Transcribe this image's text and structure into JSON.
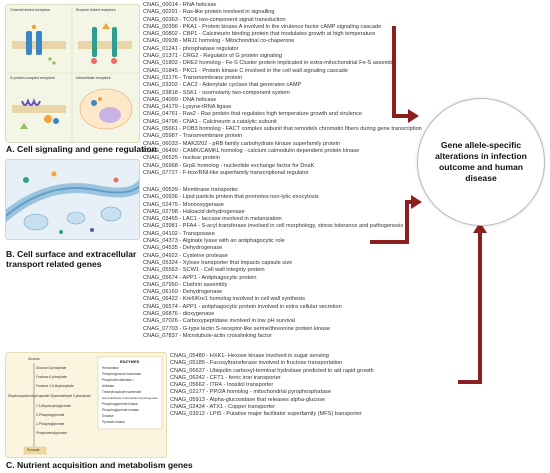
{
  "outcome": {
    "label": "Gene allele-specific alterations in infection outcome and human disease"
  },
  "section_a": {
    "title": "A. Cell signaling and gene regulation",
    "panel_captions": [
      "Channel-linked receptors",
      "Enzyme-linked receptors",
      "G-protein-coupled receptors",
      "Intracellular receptors"
    ],
    "genes": [
      "CNAG_00014 - RNA helicase",
      "CNAG_00291 - Ras-like protein involved in signalling",
      "CNAG_00363 - TCO6 two-component signal transduction",
      "CNAG_00396 - PKA1 - Protein kinase A involved in the virulence factor cAMP signaling cascade",
      "CNAG_00802 - CBP1 - Calcineurin binding protein that modulates growth at high temperature",
      "CNAG_00938 - MRJ1 homolog - Mitochondrial co-chaperone",
      "CNAG_01241 - phosphatase regulator",
      "CNAG_01371 - CRG2 - Regulator of G protein signaling",
      "CNAG_01802 - DRE2 homolog - Fe-S Cluster protein implicated in extra-mitochondrial Fe-S assembly",
      "CNAG_01845 - PKC1 - Protein kinase C involved in the cell wall signaling cascade",
      "CNAG_02176 - Transmembrane protein",
      "CNAG_03202 - CAC2 - Adenylate cyclase that generates cAMP",
      "CNAG_03818 - SSK1 - osomolarity two-component system",
      "CNAG_04099 - DNA helicase",
      "CNAG_04179 - Lysyne-tRNA ligase",
      "CNAG_04761 - Ras2 - Ras protein that regulates high temperature growth and virulence",
      "CNAG_04796 - CNA1 - Calcineurin a catalytic subunit",
      "CNAG_05661 - POB3 homolog - FACT complex subunit that remodels chromatin fibers during gene transcription",
      "CNAG_05987 - Transmembrane protein",
      "CNAG_06033 - MAK3202 - pRB family carbohydrate kinase superfamily protein",
      "CNAG_06490 - CAMK/CAMKL homolog - calcium calmodulin dependent protein kinase",
      "CNAG_06525 - nuclear protein",
      "CNAG_06968 - GrpE homolog - nucleotide exchange factor for DnaK",
      "CNAG_07727 - F-box/RNI-like superfamily transcriptional regulator"
    ]
  },
  "section_b": {
    "title": "B. Cell surface and extracellular transport related genes",
    "genes": [
      "CNAG_00539 - Membrane transporter",
      "CNAG_00936 - Lipid particle protein that promotes non-lytic exocytosis",
      "CNAG_02475 - Monooxygenase",
      "CNAG_02798 - Haloacid dehydrogenase",
      "CNAG_03465 - LAC1 - laccase involved in melanization",
      "CNAG_03981 - PFA4 - S-acyl transferase involved in cell morphology, stress tolerance and pathogenesis",
      "CNAG_04102 - Transposase",
      "CNAG_04373 - Alginate lyase with an antiphagocytic role",
      "CNAG_04535 - Dehydrogenase",
      "CNAG_04922 - Cysteine protease",
      "CNAG_05324 - Xylose transporter that impacts capsule size",
      "CNAG_05563 - SCW1 - Cell wall integrity protein",
      "CNAG_05674 - APP1 - Antiphagocytic protein",
      "CNAG_07950 - Clathrin assembly",
      "CNAG_06169 - Dehydrogenase",
      "CNAG_06422 - Kre6/Kre1 homolog involved in cell wall synthesis",
      "CNAG_06574 - APP1 - antiphagocytic protein involved in extra cellular secretion",
      "CNAG_06876 - dioxygenase",
      "CNAG_07026 - Carboxypeptidase involved in low pH survival",
      "CNAG_07703 - G-type lectin S-receptor-like serine/threonine protein kinase",
      "CNAG_07837 - Microtubule-actin crosslinking factor"
    ]
  },
  "section_c": {
    "title": "C. Nutrient acquisition and metabolism genes",
    "enzymes_title": "ENZYMES",
    "enzymes": [
      "Hexokinase",
      "Phosphoglucose isomerase",
      "Phosphofructokinase I",
      "Aldolase",
      "Triosephosphate isomerase",
      "Glyceraldehyde 3-phosphate dehydrogenase",
      "Phosphoglycerate kinase",
      "Phosphoglycerate mutase",
      "Enolase",
      "Pyruvate kinase"
    ],
    "pathway": [
      "Glucose",
      "Glucose 6-phosphate",
      "Fructose 6-phosphate",
      "Fructose 1,6-bisphosphate",
      "Dihydroxyacetone phosphate",
      "Glyceraldehyde 3-phosphate",
      "1,3-Bisphosphoglycerate",
      "3-Phosphoglycerate",
      "2-Phosphoglycerate",
      "Phosphoenolpyruvate",
      "Pyruvate"
    ],
    "genes": [
      "CNAG_05480 - HXK1- Hexose kinase involved in sugar sensing",
      "CNAG_05185 - Fucosyltransferase involved in fructose transportation",
      "CNAG_06637 - Ubiquitin carboxyl-terminal hydrolase predicted to aid rapid growth",
      "CNAG_06242 - CFT1 - ferric iron transporter",
      "CNAG_05662 - ITR4 - Inositol transporter",
      "CNAG_02177 - PPI2A homolog - mitochondrial pyrophosphatase",
      "CNAG_05913 - Alpha-glucosidase that releases alpha-glucose",
      "CNAG_02434 - ATX1 - Copper transporter",
      "CNAG_03912 - LPI5 - Putative major facilitator superfamily (MFS) transporter"
    ]
  },
  "colors": {
    "arrow": "#8b1e1e",
    "panel_a_bg": "#f3f6e4",
    "panel_b_bg": "#e7f0f6",
    "panel_c_bg": "#fbf4df"
  }
}
